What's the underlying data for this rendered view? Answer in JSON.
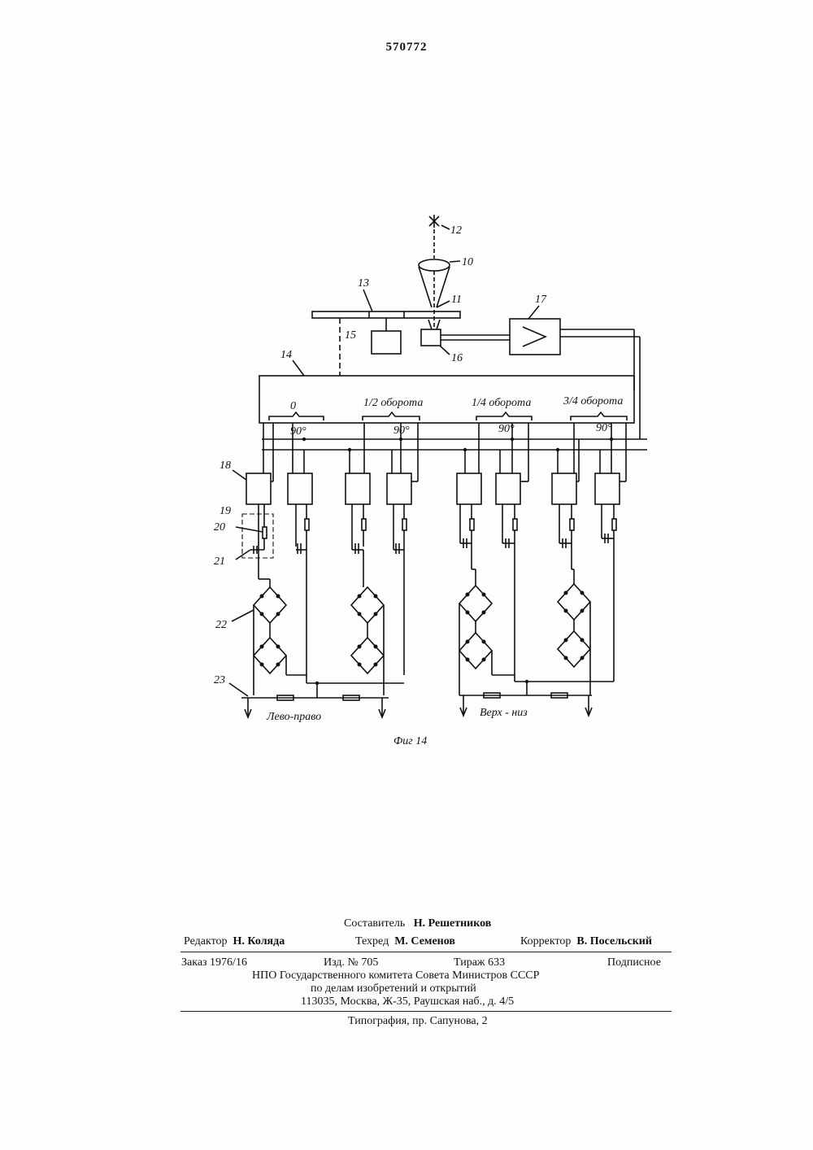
{
  "page": {
    "patent_number": "570772"
  },
  "figure": {
    "caption": "Фиг 14",
    "labels": {
      "n12": "12",
      "n10": "10",
      "n11": "11",
      "n13": "13",
      "n17": "17",
      "n15": "15",
      "n16": "16",
      "n14": "14",
      "n18": "18",
      "n19": "19",
      "n20": "20",
      "n21": "21",
      "n22": "22",
      "n23": "23"
    },
    "sections": [
      "0",
      "1/2 оборота",
      "1/4 оборота",
      "3/4 оборота"
    ],
    "phase": "90°",
    "outputs": {
      "left": "Лево-право",
      "right": "Верх - низ"
    }
  },
  "credits": {
    "compiler_label": "Составитель",
    "compiler_name": "Н. Решетников",
    "editor_label": "Редактор",
    "editor_name": "Н. Коляда",
    "techred_label": "Техред",
    "techred_name": "М. Семенов",
    "corrector_label": "Корректор",
    "corrector_name": "В. Посельский",
    "order": "Заказ 1976/16",
    "edition": "Изд. № 705",
    "circulation": "Тираж 633",
    "subscription": "Подписное",
    "org_line1": "НПО Государственного комитета Совета Министров СССР",
    "org_line2": "по делам изобретений и открытий",
    "org_address": "113035, Москва, Ж-35, Раушская наб., д. 4/5",
    "printing": "Типография, пр. Сапунова, 2"
  }
}
